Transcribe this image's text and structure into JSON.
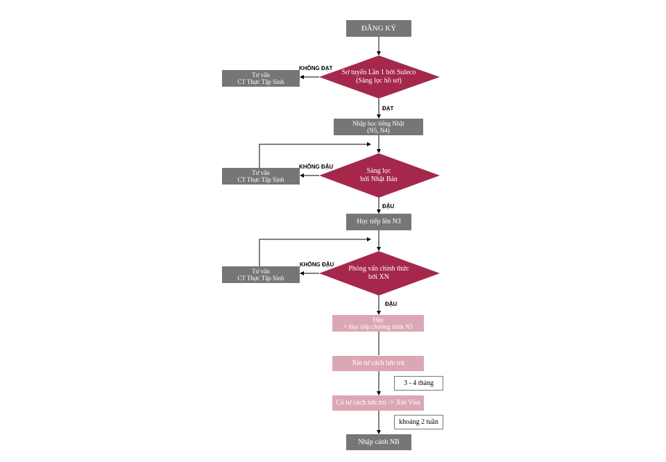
{
  "colors": {
    "gray_box": "#767676",
    "pink_box": "#dca7b5",
    "diamond": "#a5284c",
    "line": "#000000"
  },
  "nodes": {
    "register": "ĐĂNG KÝ",
    "prescreen": "Sơ tuyển Lần 1 bởi Suleco\n(Sàng lọc hồ sơ)",
    "consult_1": "Tư vấn\nCT Thực Tập Sinh",
    "study_japanese": "Nhập học tiếng Nhật\n(N5, N4)",
    "japan_screening": "Sàng lọc\nbởi Nhật Bản",
    "consult_2": "Tư vấn\nCT Thực Tập Sinh",
    "study_n3": "Học tiếp lên N3",
    "official_interview": "Phỏng vấn chính thức\nbởi XN",
    "consult_3": "Tư vấn\nCT Thực Tập Sinh",
    "passed_continue": "Đậu\n+ Học tiếp chương trình N3",
    "apply_residence": "Xin tư cách lưu trú",
    "residence_visa": "Có tư cách lưu trú -> Xin Visa",
    "enter_japan": "Nhập cảnh NB"
  },
  "notes": {
    "duration_residence": "3 - 4 tháng",
    "duration_visa": "khoảng 2 tuần"
  },
  "edge_labels": {
    "fail_prescreen": "KHÔNG ĐẠT",
    "pass_prescreen": "ĐẠT",
    "fail_japan": "KHÔNG ĐẬU",
    "pass_japan": "ĐẬU",
    "fail_interview": "KHÔNG ĐẬU",
    "pass_interview": "ĐẬU"
  }
}
